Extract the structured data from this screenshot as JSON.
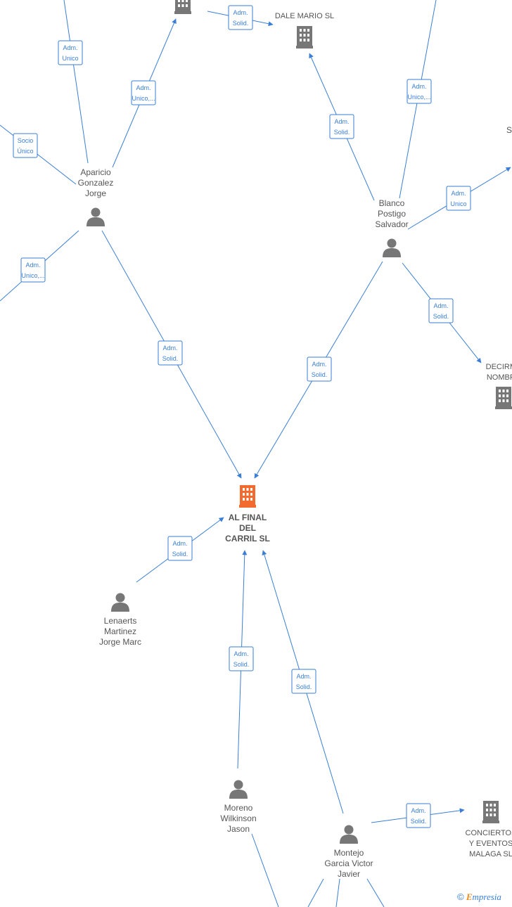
{
  "colors": {
    "edge": "#3a7fd5",
    "node": "#777777",
    "focus": "#f26a2e",
    "text": "#555555"
  },
  "nodes": [
    {
      "id": "top_co",
      "type": "company",
      "lines": []
    },
    {
      "id": "dale",
      "type": "company",
      "lines": [
        "DALE MARIO  SL"
      ]
    },
    {
      "id": "aparicio",
      "type": "person",
      "lines": [
        "Aparicio",
        "Gonzalez",
        "Jorge"
      ]
    },
    {
      "id": "blanco",
      "type": "person",
      "lines": [
        "Blanco",
        "Postigo",
        "Salvador"
      ]
    },
    {
      "id": "decirme",
      "type": "company",
      "lines": [
        "DECIRME",
        "NOMBRE"
      ]
    },
    {
      "id": "s_right",
      "type": "text",
      "lines": [
        "S"
      ]
    },
    {
      "id": "alfinal",
      "type": "focus",
      "lines": [
        "AL FINAL",
        "DEL",
        "CARRIL  SL"
      ]
    },
    {
      "id": "lenaerts",
      "type": "person",
      "lines": [
        "Lenaerts",
        "Martinez",
        "Jorge Marc"
      ]
    },
    {
      "id": "moreno",
      "type": "person",
      "lines": [
        "Moreno",
        "Wilkinson",
        "Jason"
      ]
    },
    {
      "id": "montejo",
      "type": "person",
      "lines": [
        "Montejo",
        "Garcia Victor",
        "Javier"
      ]
    },
    {
      "id": "conciertos",
      "type": "company",
      "lines": [
        "CONCIERTOS",
        "Y EVENTOS",
        "MALAGA  SL"
      ]
    }
  ],
  "edges": [
    {
      "label": [
        "Adm.",
        "Unico"
      ]
    },
    {
      "label": [
        "Adm.",
        "Unico,..."
      ]
    },
    {
      "label": [
        "Adm.",
        "Solid."
      ]
    },
    {
      "label": [
        "Socio",
        "Único"
      ]
    },
    {
      "label": [
        "Adm.",
        "Unico,..."
      ]
    },
    {
      "label": [
        "Adm.",
        "Solid."
      ]
    },
    {
      "label": [
        "Adm.",
        "Solid."
      ]
    },
    {
      "label": [
        "Adm.",
        "Unico,..."
      ]
    },
    {
      "label": [
        "Adm.",
        "Unico"
      ]
    },
    {
      "label": [
        "Adm.",
        "Solid."
      ]
    },
    {
      "label": [
        "Adm.",
        "Solid."
      ]
    },
    {
      "label": [
        "Adm.",
        "Solid."
      ]
    },
    {
      "label": [
        "Adm.",
        "Solid."
      ]
    },
    {
      "label": [
        "Adm.",
        "Solid."
      ]
    },
    {
      "label": [
        "Adm.",
        "Solid."
      ]
    }
  ],
  "footer": {
    "copyright": "©",
    "brand_initial": "E",
    "brand_rest": "mpresia"
  }
}
